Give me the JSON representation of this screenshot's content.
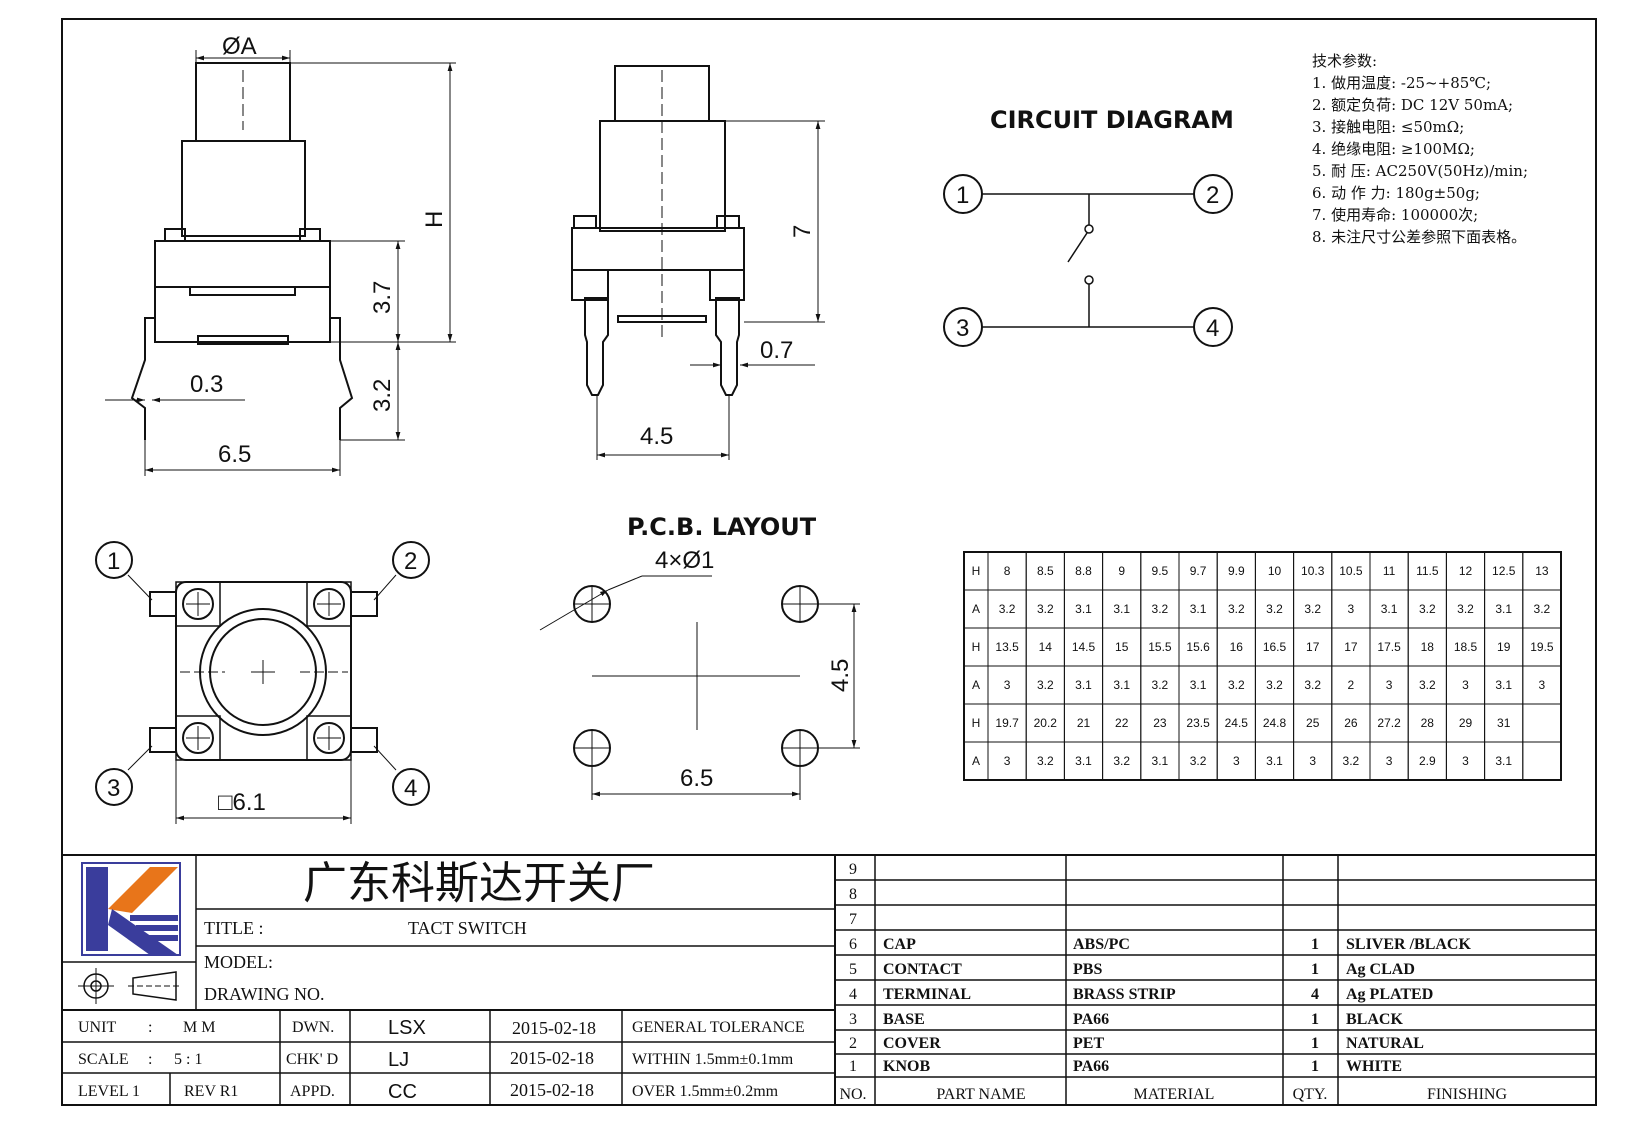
{
  "circuit": {
    "title": "CIRCUIT DIAGRAM",
    "pins": [
      "1",
      "2",
      "3",
      "4"
    ]
  },
  "pcb": {
    "title": "P.C.B. LAYOUT",
    "holes": "4×Ø1",
    "dim_h": "6.5",
    "dim_v": "4.5"
  },
  "side_view": {
    "dia": "ØA",
    "h": "H",
    "d37": "3.7",
    "d32": "3.2",
    "d03": "0.3",
    "d65": "6.5"
  },
  "front_view": {
    "d7": "7",
    "d07": "0.7",
    "d45": "4.5"
  },
  "top_view": {
    "size": "□6.1",
    "pins": [
      "1",
      "2",
      "3",
      "4"
    ]
  },
  "specs": {
    "title": "技术参数:",
    "items": [
      "1.  做用温度: -25~+85℃;",
      "2.  额定负荷: DC  12V  50mA;",
      "3.  接触电阻: ≤50mΩ;",
      "4.  绝缘电阻: ≥100MΩ;",
      "5.  耐      压: AC250V(50Hz)/min;",
      "6.  动  作  力: 180g±50g;",
      "7.  使用寿命: 100000次;",
      "8.  未注尺寸公差参照下面表格。"
    ]
  },
  "size_table": {
    "rows": [
      [
        "H",
        "8",
        "8.5",
        "8.8",
        "9",
        "9.5",
        "9.7",
        "9.9",
        "10",
        "10.3",
        "10.5",
        "11",
        "11.5",
        "12",
        "12.5",
        "13"
      ],
      [
        "A",
        "3.2",
        "3.2",
        "3.1",
        "3.1",
        "3.2",
        "3.1",
        "3.2",
        "3.2",
        "3.2",
        "3",
        "3.1",
        "3.2",
        "3.2",
        "3.1",
        "3.2"
      ],
      [
        "H",
        "13.5",
        "14",
        "14.5",
        "15",
        "15.5",
        "15.6",
        "16",
        "16.5",
        "17",
        "17",
        "17.5",
        "18",
        "18.5",
        "19",
        "19.5"
      ],
      [
        "A",
        "3",
        "3.2",
        "3.1",
        "3.1",
        "3.2",
        "3.1",
        "3.2",
        "3.2",
        "3.2",
        "2",
        "3",
        "3.2",
        "3",
        "3.1",
        "3"
      ],
      [
        "H",
        "19.7",
        "20.2",
        "21",
        "22",
        "23",
        "23.5",
        "24.5",
        "24.8",
        "25",
        "26",
        "27.2",
        "28",
        "29",
        "31",
        ""
      ],
      [
        "A",
        "3",
        "3.2",
        "3.1",
        "3.2",
        "3.1",
        "3.2",
        "3",
        "3.1",
        "3",
        "3.2",
        "3",
        "2.9",
        "3",
        "3.1",
        ""
      ]
    ]
  },
  "title_block": {
    "company": "广东科斯达开关厂",
    "title_label": "TITLE :",
    "title_value": "TACT SWITCH",
    "model_label": "MODEL:",
    "drawing_label": "DRAWING NO.",
    "unit_label": "UNIT",
    "unit_colon": ":",
    "unit_value": "M M",
    "scale_label": "SCALE",
    "scale_colon": ":",
    "scale_value": "5 : 1",
    "level": "LEVEL 1",
    "rev": "REV   R1",
    "dwn": "DWN.",
    "chkd": "CHK' D",
    "appd": "APPD.",
    "dwn_name": "LSX",
    "chkd_name": "LJ",
    "appd_name": "CC",
    "date1": "2015-02-18",
    "date2": "2015-02-18",
    "date3": "2015-02-18",
    "tol_title": "GENERAL TOLERANCE",
    "tol_within": "WITHIN  1.5mm±0.1mm",
    "tol_over": "OVER      1.5mm±0.2mm"
  },
  "bom": {
    "header": {
      "no": "NO.",
      "part": "PART  NAME",
      "material": "MATERIAL",
      "qty": "QTY.",
      "finishing": "FINISHING"
    },
    "rows": [
      {
        "no": "9",
        "part": "",
        "material": "",
        "qty": "",
        "finishing": ""
      },
      {
        "no": "8",
        "part": "",
        "material": "",
        "qty": "",
        "finishing": ""
      },
      {
        "no": "7",
        "part": "",
        "material": "",
        "qty": "",
        "finishing": ""
      },
      {
        "no": "6",
        "part": "CAP",
        "material": "ABS/PC",
        "qty": "1",
        "finishing": "SLIVER /BLACK"
      },
      {
        "no": "5",
        "part": "CONTACT",
        "material": "PBS",
        "qty": "1",
        "finishing": "Ag CLAD"
      },
      {
        "no": "4",
        "part": "TERMINAL",
        "material": "BRASS STRIP",
        "qty": "4",
        "finishing": "Ag PLATED"
      },
      {
        "no": "3",
        "part": "BASE",
        "material": "PA66",
        "qty": "1",
        "finishing": "BLACK"
      },
      {
        "no": "2",
        "part": "COVER",
        "material": "PET",
        "qty": "1",
        "finishing": "NATURAL"
      },
      {
        "no": "1",
        "part": "KNOB",
        "material": "PA66",
        "qty": "1",
        "finishing": "WHITE"
      }
    ]
  },
  "colors": {
    "logo_blue": "#3a3d9c",
    "logo_orange": "#e8751a",
    "ink": "#111111"
  }
}
